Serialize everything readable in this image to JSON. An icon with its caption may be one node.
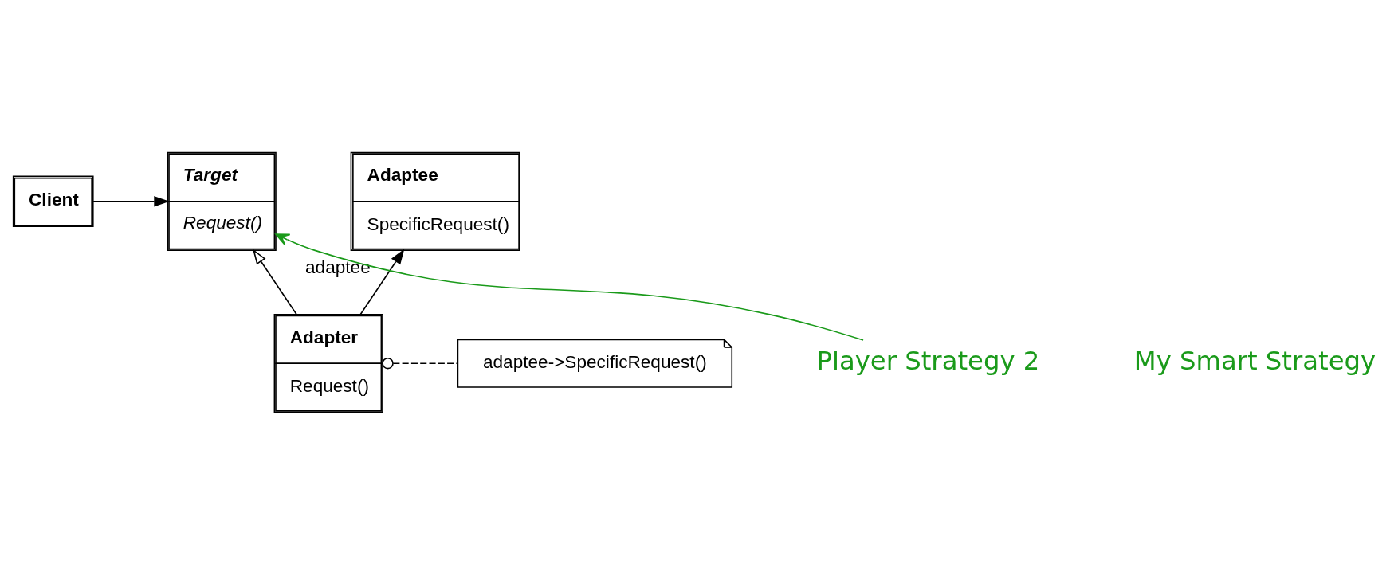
{
  "diagram": {
    "nodes": [
      {
        "text": [
          "Client"
        ]
      },
      {
        "text": [
          "Target",
          "Request()"
        ]
      },
      {
        "text": [
          "Adaptee",
          "SpecificRequest()"
        ]
      },
      {
        "text": [
          "Adapter",
          "Request()"
        ]
      },
      {
        "text": [
          "adaptee->SpecificRequest()"
        ]
      },
      {
        "text": [
          "Player Strategy 2"
        ]
      }
    ],
    "edges": [
      {
        "from": 0,
        "to": 1,
        "arrow": "to"
      },
      {
        "from": 3,
        "to": 1,
        "arrow": "to"
      },
      {
        "from": 3,
        "to": 2,
        "arrow": "to",
        "label": "adaptee"
      },
      {
        "from": 3,
        "to": 4,
        "arrow": "other",
        "style": "dashed"
      },
      {
        "from": 5,
        "to": 1,
        "arrow": "to",
        "color": "#1a9a1a"
      }
    ],
    "labels": [
      "My Smart Strategy"
    ]
  }
}
